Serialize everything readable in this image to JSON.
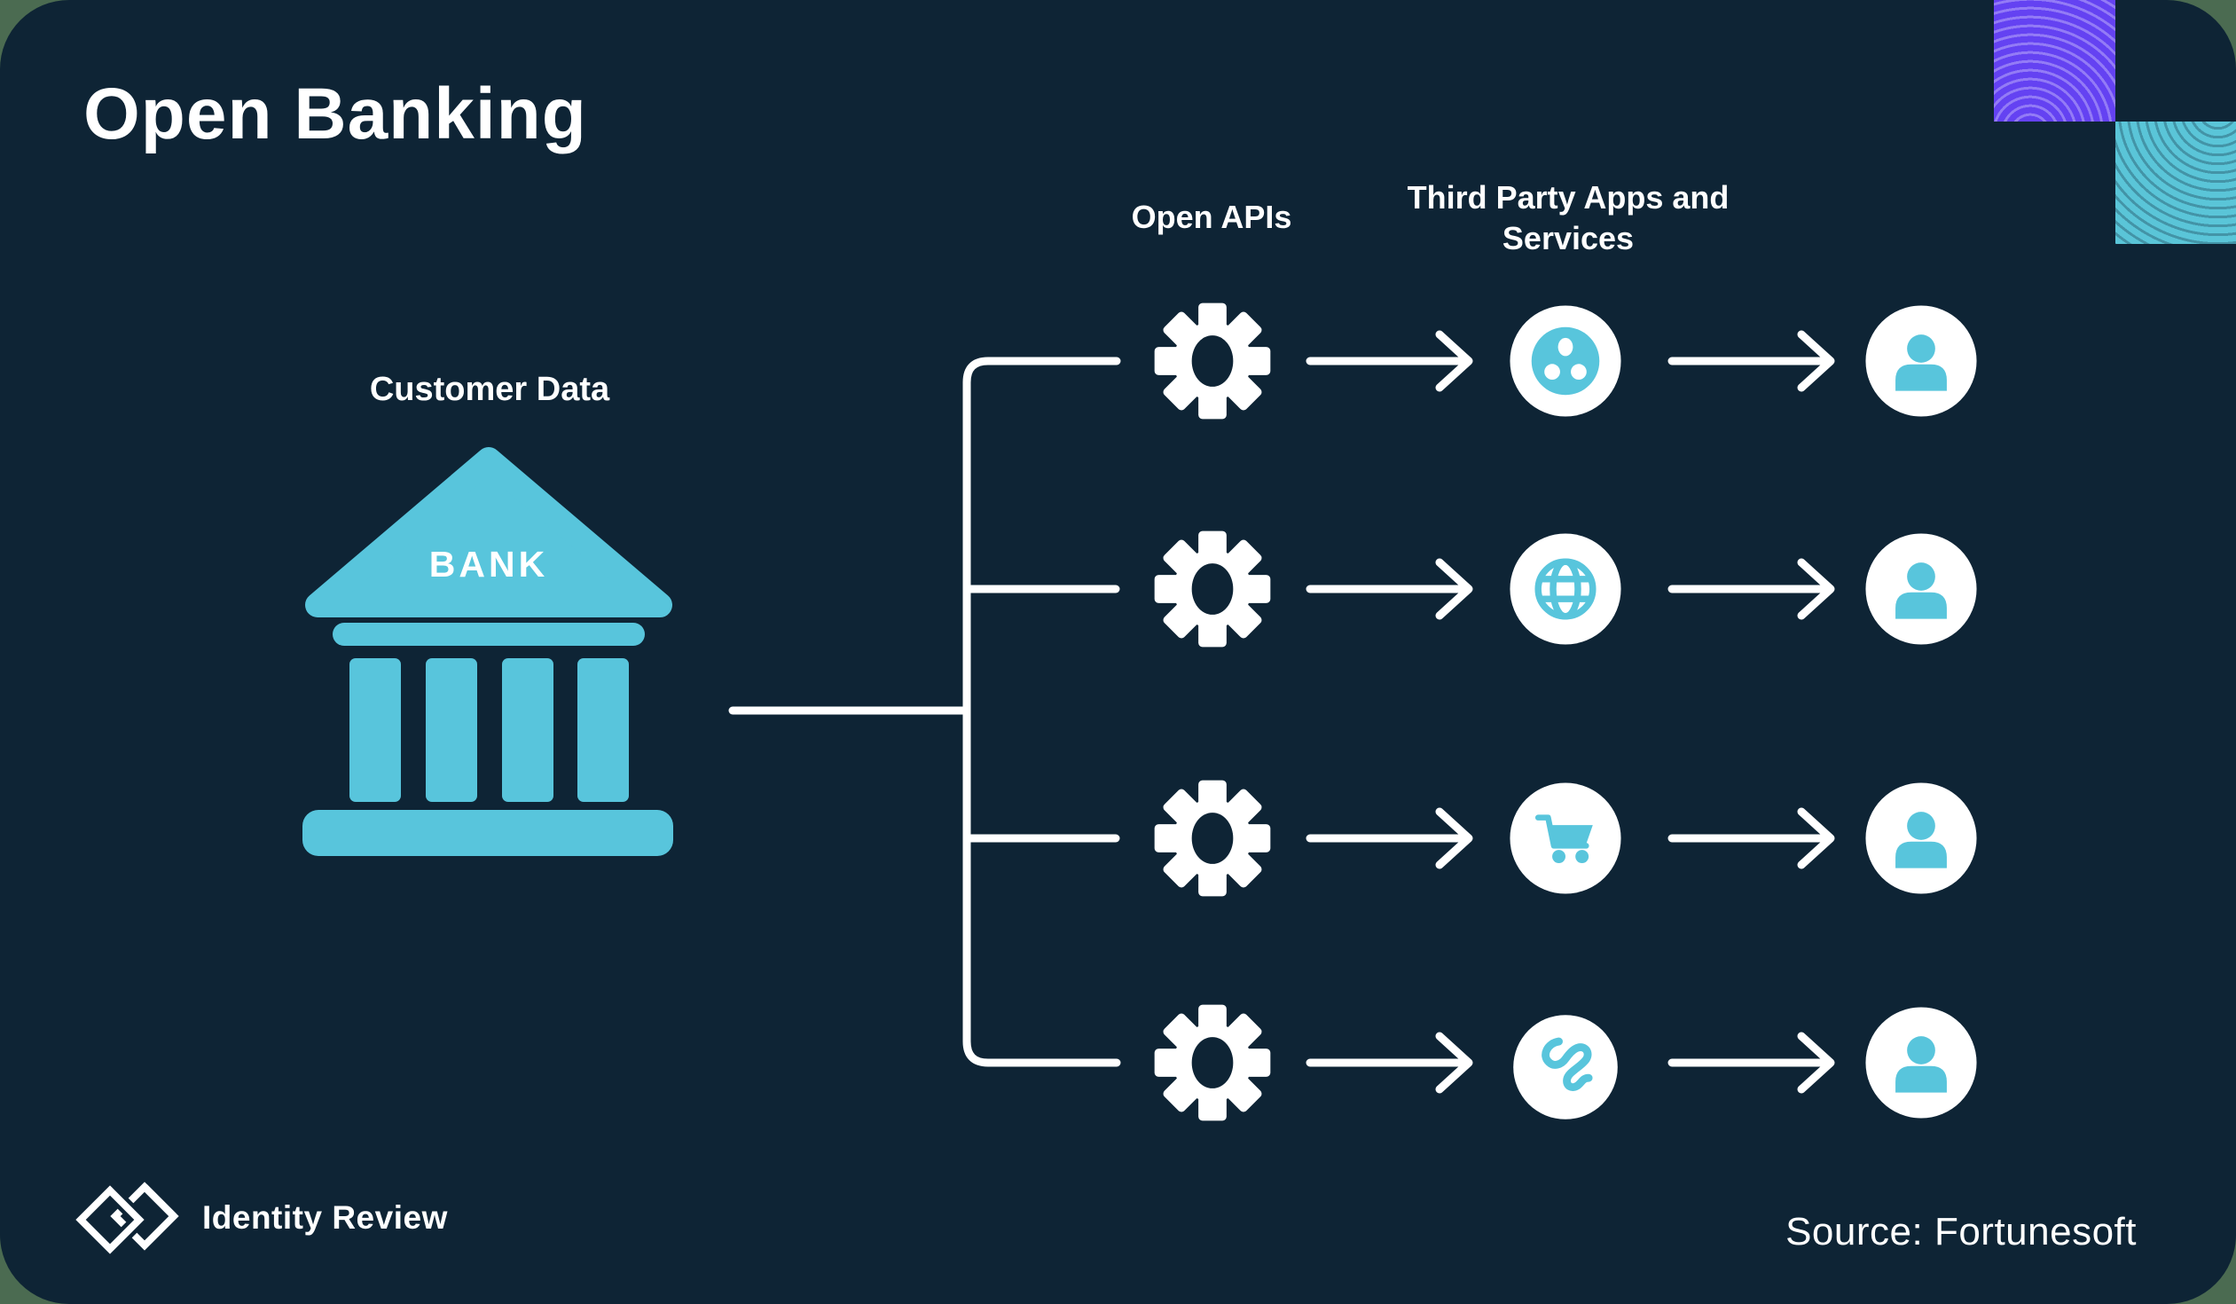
{
  "title": "Open Banking",
  "labels": {
    "customer_data": "Customer Data",
    "bank": "BANK",
    "open_apis": "Open APIs",
    "third_party": "Third Party Apps and Services"
  },
  "rows": [
    {
      "api_icon": "gear-icon",
      "service_icon": "connected-dots-icon",
      "consumer_icon": "user-icon"
    },
    {
      "api_icon": "gear-icon",
      "service_icon": "globe-icon",
      "consumer_icon": "user-icon"
    },
    {
      "api_icon": "gear-icon",
      "service_icon": "shopping-cart-icon",
      "consumer_icon": "user-icon"
    },
    {
      "api_icon": "gear-icon",
      "service_icon": "scribble-icon",
      "consumer_icon": "user-icon"
    }
  ],
  "footer": {
    "brand": "Identity Review",
    "source": "Source: Fortunesoft"
  },
  "colors": {
    "card_background": "#0e2435",
    "accent_teal": "#58c5dc",
    "accent_purple": "#6442f2",
    "text_white": "#ffffff",
    "page_margin": "#4b6b51"
  }
}
